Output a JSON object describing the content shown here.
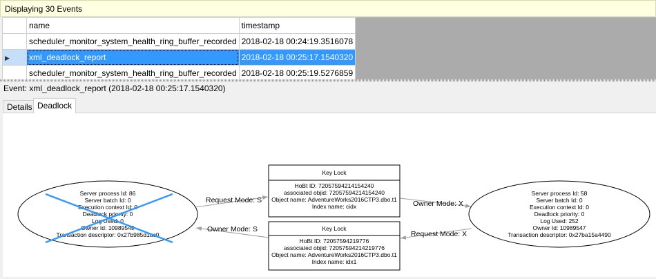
{
  "header": {
    "status": "Displaying 30 Events"
  },
  "grid": {
    "columns": [
      "name",
      "timestamp"
    ],
    "rows": [
      {
        "name": "scheduler_monitor_system_health_ring_buffer_recorded",
        "timestamp": "2018-02-18 00:24:19.3516078",
        "selected": false
      },
      {
        "name": "xml_deadlock_report",
        "timestamp": "2018-02-18 00:25:17.1540320",
        "selected": true
      },
      {
        "name": "scheduler_monitor_system_health_ring_buffer_recorded",
        "timestamp": "2018-02-18 00:25:19.5276859",
        "selected": false
      }
    ]
  },
  "event_label": "Event: xml_deadlock_report (2018-02-18 00:25:17.1540320)",
  "tabs": [
    {
      "label": "Details",
      "active": false
    },
    {
      "label": "Deadlock",
      "active": true
    }
  ],
  "deadlock": {
    "victim_color": "#3399ff",
    "process_left": {
      "victim": true,
      "lines": [
        "Server process Id: 86",
        "Server batch Id: 0",
        "Execution context Id: 0",
        "Deadlock priority: 0",
        "Log Used: 0",
        "Owner Id: 10989549",
        "Transaction descriptor: 0x27b985d1ac0"
      ]
    },
    "process_right": {
      "victim": false,
      "lines": [
        "Server process Id: 58",
        "Server batch Id: 0",
        "Execution context Id: 0",
        "Deadlock priority: 0",
        "Log Used: 252",
        "Owner Id: 10989547",
        "Transaction descriptor: 0x27ba15a4490"
      ]
    },
    "lock_top": {
      "title": "Key Lock",
      "lines": [
        "HoBt ID: 72057594214154240",
        "associated objid: 72057594214154240",
        "Object name: AdventureWorks2016CTP3.dbo.t1",
        "Index name: cidx"
      ]
    },
    "lock_bottom": {
      "title": "Key Lock",
      "lines": [
        "HoBt ID: 72057594219776",
        "associated objid: 72057594214219776",
        "Object name: AdventureWorks2016CTP3.dbo.t1",
        "Index name: idx1"
      ]
    },
    "edges": {
      "left_request": "Request Mode: S",
      "left_owner": "Owner Mode: S",
      "right_owner": "Owner Mode: X",
      "right_request": "Request Mode: X"
    }
  }
}
